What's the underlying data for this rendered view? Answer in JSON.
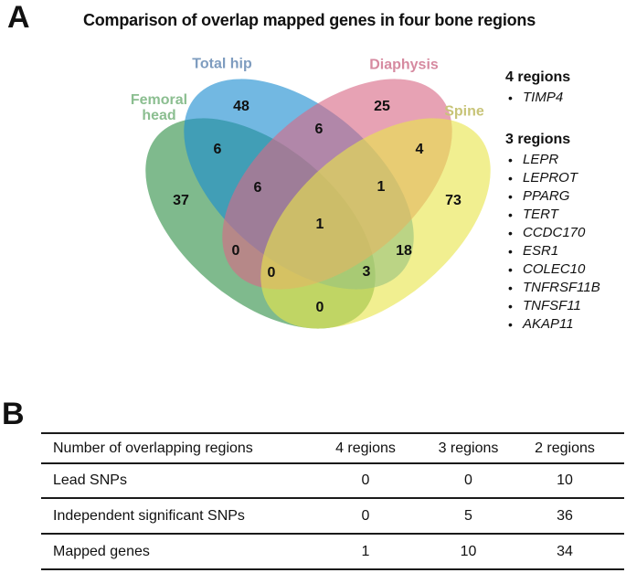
{
  "panels": {
    "a": "A",
    "b": "B"
  },
  "title": "Comparison of overlap mapped genes in four bone regions",
  "venn": {
    "sets": [
      {
        "name": "Femoral head",
        "fill_hex": "#7FBA8D",
        "label_color": "#8BBE90"
      },
      {
        "name": "Total hip",
        "fill_hex": "#72B8E2",
        "label_color": "#7E9CBF"
      },
      {
        "name": "Diaphysis",
        "fill_hex": "#E7A2B4",
        "label_color": "#D68AA0"
      },
      {
        "name": "Spine",
        "fill_hex": "#F1EF90",
        "label_color": "#C8C478"
      }
    ],
    "regions": [
      {
        "sets": [
          "Femoral head"
        ],
        "value": 37
      },
      {
        "sets": [
          "Total hip"
        ],
        "value": 48
      },
      {
        "sets": [
          "Diaphysis"
        ],
        "value": 25
      },
      {
        "sets": [
          "Spine"
        ],
        "value": 73
      },
      {
        "sets": [
          "Femoral head",
          "Total hip"
        ],
        "value": 6
      },
      {
        "sets": [
          "Total hip",
          "Diaphysis"
        ],
        "value": 6
      },
      {
        "sets": [
          "Diaphysis",
          "Spine"
        ],
        "value": 4
      },
      {
        "sets": [
          "Femoral head",
          "Diaphysis"
        ],
        "value": 0
      },
      {
        "sets": [
          "Total hip",
          "Spine"
        ],
        "value": 18
      },
      {
        "sets": [
          "Femoral head",
          "Spine"
        ],
        "value": 0
      },
      {
        "sets": [
          "Femoral head",
          "Total hip",
          "Diaphysis"
        ],
        "value": 6
      },
      {
        "sets": [
          "Femoral head",
          "Total hip",
          "Spine"
        ],
        "value": 3
      },
      {
        "sets": [
          "Femoral head",
          "Diaphysis",
          "Spine"
        ],
        "value": 0
      },
      {
        "sets": [
          "Total hip",
          "Diaphysis",
          "Spine"
        ],
        "value": 1
      },
      {
        "sets": [
          "Femoral head",
          "Total hip",
          "Diaphysis",
          "Spine"
        ],
        "value": 1
      }
    ]
  },
  "gene_lists": [
    {
      "heading": "4 regions",
      "genes": [
        "TIMP4"
      ]
    },
    {
      "heading": "3 regions",
      "genes": [
        "LEPR",
        "LEPROT",
        "PPARG",
        "TERT",
        "CCDC170",
        "ESR1",
        "COLEC10",
        "TNFRSF11B",
        "TNFSF11",
        "AKAP11"
      ]
    }
  ],
  "table": {
    "header": [
      "Number of overlapping regions",
      "4 regions",
      "3 regions",
      "2 regions"
    ],
    "rows": [
      {
        "label": "Lead SNPs",
        "values": [
          "0",
          "0",
          "10"
        ]
      },
      {
        "label": "Independent significant SNPs",
        "values": [
          "0",
          "5",
          "36"
        ]
      },
      {
        "label": "Mapped genes",
        "values": [
          "1",
          "10",
          "34"
        ]
      }
    ]
  },
  "chart_data": [
    {
      "type": "venn",
      "title": "Comparison of overlap mapped genes in four bone regions",
      "sets": [
        "Femoral head",
        "Total hip",
        "Diaphysis",
        "Spine"
      ],
      "region_counts": {
        "Femoral head": 37,
        "Total hip": 48,
        "Diaphysis": 25,
        "Spine": 73,
        "Femoral head & Total hip": 6,
        "Total hip & Diaphysis": 6,
        "Diaphysis & Spine": 4,
        "Femoral head & Diaphysis": 0,
        "Total hip & Spine": 18,
        "Femoral head & Spine": 0,
        "Femoral head & Total hip & Diaphysis": 6,
        "Femoral head & Total hip & Spine": 3,
        "Femoral head & Diaphysis & Spine": 0,
        "Total hip & Diaphysis & Spine": 1,
        "Femoral head & Total hip & Diaphysis & Spine": 1
      },
      "annotations": {
        "4 regions": [
          "TIMP4"
        ],
        "3 regions": [
          "LEPR",
          "LEPROT",
          "PPARG",
          "TERT",
          "CCDC170",
          "ESR1",
          "COLEC10",
          "TNFRSF11B",
          "TNFSF11",
          "AKAP11"
        ]
      }
    },
    {
      "type": "table",
      "columns": [
        "Number of overlapping regions",
        "4 regions",
        "3 regions",
        "2 regions"
      ],
      "rows": [
        [
          "Lead SNPs",
          0,
          0,
          10
        ],
        [
          "Independent significant SNPs",
          0,
          5,
          36
        ],
        [
          "Mapped genes",
          1,
          10,
          34
        ]
      ]
    }
  ]
}
